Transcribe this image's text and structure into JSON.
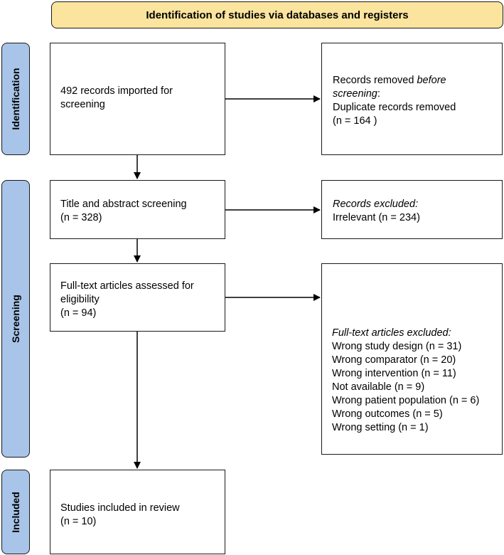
{
  "header": {
    "title": "Identification of studies via databases and registers"
  },
  "stages": {
    "identification": "Identification",
    "screening": "Screening",
    "included": "Included"
  },
  "boxes": {
    "imported": {
      "line1": "492 records imported for",
      "line2": "screening"
    },
    "removed": {
      "line1_a": "Records removed ",
      "line1_b": "before",
      "line2_a": "screening",
      "line2_b": ":",
      "line3": "Duplicate records removed",
      "line4": "(n = 164 )"
    },
    "title_abstract": {
      "line1": "Title and abstract screening",
      "line2": "(n = 328)"
    },
    "records_excluded": {
      "line1": "Records excluded:",
      "line2": "Irrelevant (n = 234)"
    },
    "fulltext": {
      "line1": "Full-text articles assessed for",
      "line2": "eligibility",
      "line3": "(n = 94)"
    },
    "fulltext_excluded": {
      "heading": "Full-text articles excluded:",
      "reasons": [
        "Wrong study design (n = 31)",
        "Wrong comparator (n = 20)",
        "Wrong intervention (n = 11)",
        "Not available (n = 9)",
        "Wrong patient population (n = 6)",
        "Wrong outcomes (n = 5)",
        "Wrong setting (n = 1)"
      ]
    },
    "included": {
      "line1": "Studies included in review",
      "line2": "(n = 10)"
    }
  }
}
